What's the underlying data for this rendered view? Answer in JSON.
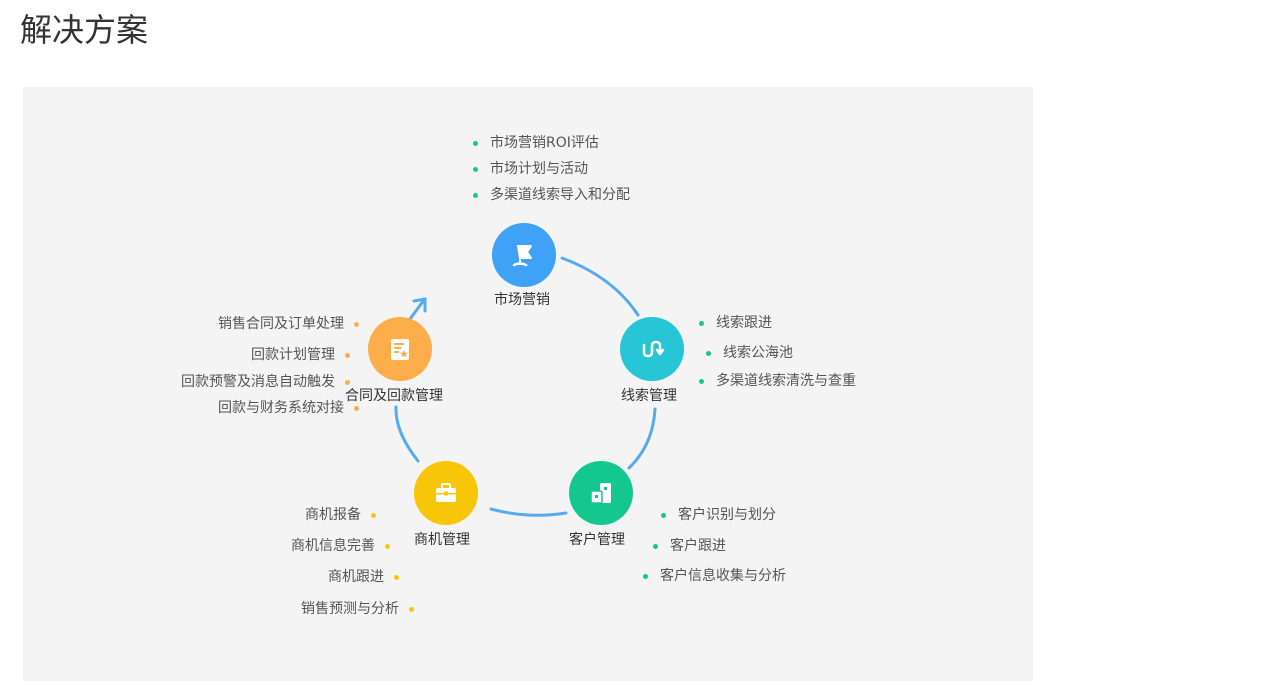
{
  "page": {
    "title": "解决方案"
  },
  "colors": {
    "panel_bg": "#f4f4f4",
    "connector": "#55aaf0",
    "marketing": "#3fa2f6",
    "leads": "#26c6d6",
    "customers": "#14c78e",
    "opportunities": "#f8c609",
    "contracts": "#fdae4b"
  },
  "diagram": {
    "marketing": {
      "label": "市场营销",
      "icon": "flag-icon",
      "features": [
        "市场营销ROI评估",
        "市场计划与活动",
        "多渠道线索导入和分配"
      ]
    },
    "leads": {
      "label": "线索管理",
      "icon": "flow-icon",
      "features": [
        "线索跟进",
        "线索公海池",
        "多渠道线索清洗与查重"
      ]
    },
    "customers": {
      "label": "客户管理",
      "icon": "building-icon",
      "features": [
        "客户识别与划分",
        "客户跟进",
        "客户信息收集与分析"
      ]
    },
    "opportunities": {
      "label": "商机管理",
      "icon": "briefcase-icon",
      "features": [
        "商机报备",
        "商机信息完善",
        "商机跟进",
        "销售预测与分析"
      ]
    },
    "contracts": {
      "label": "合同及回款管理",
      "icon": "document-icon",
      "features": [
        "销售合同及订单处理",
        "回款计划管理",
        "回款预警及消息自动触发",
        "回款与财务系统对接"
      ]
    }
  }
}
